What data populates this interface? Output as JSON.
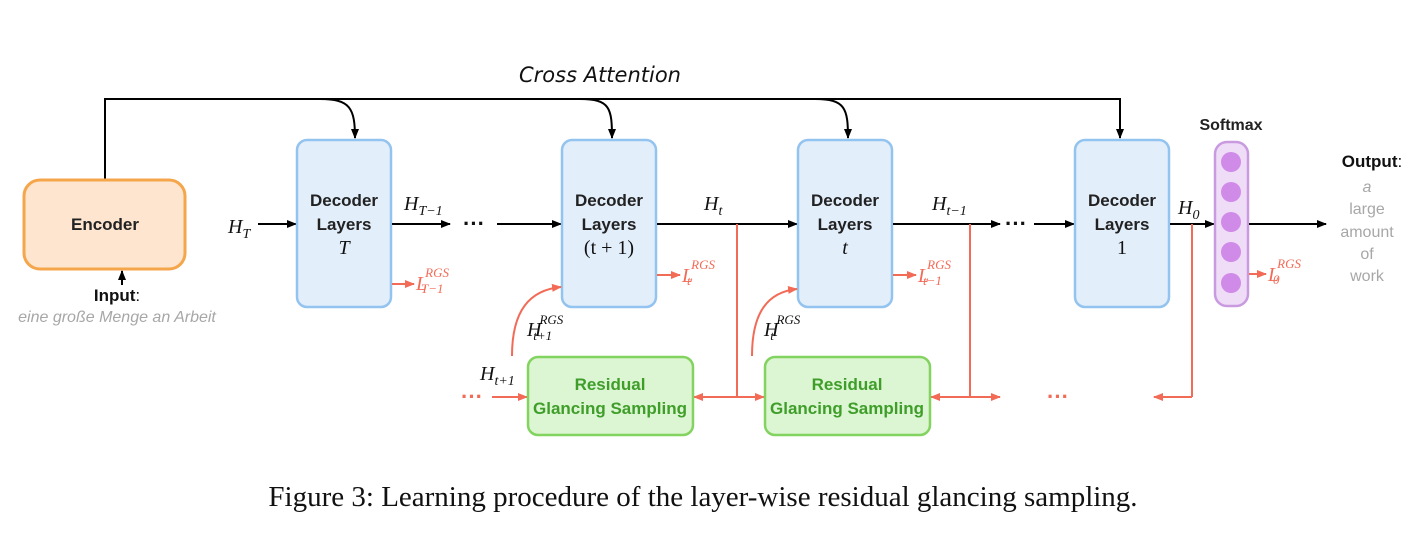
{
  "cross_attention_label": "Cross Attention",
  "softmax_label": "Softmax",
  "encoder": {
    "label": "Encoder"
  },
  "input": {
    "label": "Input",
    "colon": ":",
    "text": "eine große Menge an Arbeit"
  },
  "output": {
    "label": "Output",
    "colon": ":",
    "words": [
      "a",
      "large",
      "amount",
      "of",
      "work"
    ]
  },
  "decoders": [
    {
      "line1": "Decoder",
      "line2": "Layers",
      "index": "T"
    },
    {
      "line1": "Decoder",
      "line2": "Layers",
      "index": "(t + 1)"
    },
    {
      "line1": "Decoder",
      "line2": "Layers",
      "index": "t"
    },
    {
      "line1": "Decoder",
      "line2": "Layers",
      "index": "1"
    }
  ],
  "rgs_boxes": [
    {
      "line1": "Residual",
      "line2": "Glancing Sampling"
    },
    {
      "line1": "Residual",
      "line2": "Glancing Sampling"
    }
  ],
  "hidden_states": {
    "h_T": {
      "base": "H",
      "sub": "T"
    },
    "h_T_minus_1": {
      "base": "H",
      "sub": "T−1"
    },
    "h_t": {
      "base": "H",
      "sub": "t"
    },
    "h_t_minus_1": {
      "base": "H",
      "sub": "t−1"
    },
    "h_0": {
      "base": "H",
      "sub": "0"
    },
    "h_t_plus_1": {
      "base": "H",
      "sub": "t+1"
    }
  },
  "rgs_states": {
    "h_rgs_t_plus_1": {
      "base": "H",
      "sup": "RGS",
      "sub": "t+1"
    },
    "h_rgs_t": {
      "base": "H",
      "sup": "RGS",
      "sub": "t"
    }
  },
  "losses": [
    {
      "base": "L",
      "sup": "RGS",
      "sub": "T−1"
    },
    {
      "base": "L",
      "sup": "RGS",
      "sub": "t"
    },
    {
      "base": "L",
      "sup": "RGS",
      "sub": "t−1"
    },
    {
      "base": "L",
      "sup": "RGS",
      "sub": "0"
    }
  ],
  "ellipsis": "···",
  "caption": "Figure 3: Learning procedure of the layer-wise residual glancing sampling.",
  "colors": {
    "encoder_fill": "#fde5cf",
    "encoder_stroke": "#f5a64b",
    "decoder_fill": "#e3eefb",
    "decoder_stroke": "#93c3ef",
    "rgs_fill": "#dcf5d2",
    "rgs_stroke": "#82d35f",
    "softmax_fill": "#efdcf7",
    "softmax_stroke": "#c99ae0",
    "softmax_dot": "#d08ae8",
    "red_accent": "#f26b57",
    "green_text": "#3f9e2a",
    "gray_text": "#a7a7a7"
  }
}
